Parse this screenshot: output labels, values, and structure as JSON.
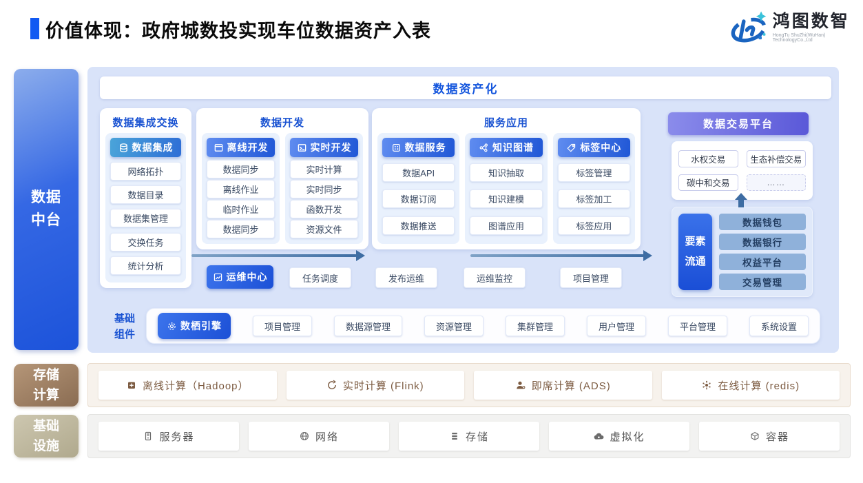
{
  "header": {
    "title": "价值体现：政府城数投实现车位数据资产入表",
    "logo": {
      "name": "鸿图数智",
      "tagline": "HongTu ShuZhi(WuHan) TechnologyCo.,Ltd"
    }
  },
  "sidebar": {
    "data_platform": "数据中台",
    "storage_compute": "存储计算",
    "infrastructure": "基础设施"
  },
  "banner": "数据资产化",
  "integration": {
    "title": "数据集成交换",
    "header": "数据集成",
    "items": [
      "网络拓扑",
      "数据目录",
      "数据集管理",
      "交换任务",
      "统计分析"
    ]
  },
  "development": {
    "title": "数据开发",
    "groups": [
      {
        "header": "离线开发",
        "items": [
          "数据同步",
          "离线作业",
          "临时作业",
          "数据同步"
        ]
      },
      {
        "header": "实时开发",
        "items": [
          "实时计算",
          "实时同步",
          "函数开发",
          "资源文件"
        ]
      }
    ]
  },
  "service": {
    "title": "服务应用",
    "groups": [
      {
        "header": "数据服务",
        "items": [
          "数据API",
          "数据订阅",
          "数据推送"
        ]
      },
      {
        "header": "知识图谱",
        "items": [
          "知识抽取",
          "知识建模",
          "图谱应用"
        ]
      },
      {
        "header": "标签中心",
        "items": [
          "标签管理",
          "标签加工",
          "标签应用"
        ]
      }
    ]
  },
  "trading": {
    "title": "数据交易平台",
    "items": [
      "水权交易",
      "生态补偿交易",
      "碳中和交易",
      "……"
    ]
  },
  "circulation": {
    "label": "要素流通",
    "items": [
      "数据钱包",
      "数据银行",
      "权益平台",
      "交易管理"
    ]
  },
  "ops": {
    "header": "运维中心",
    "items": [
      "任务调度",
      "发布运维",
      "运维监控",
      "项目管理"
    ]
  },
  "components": {
    "label": "基础组件",
    "engine": "数栖引擎",
    "items": [
      "项目管理",
      "数据源管理",
      "资源管理",
      "集群管理",
      "用户管理",
      "平台管理",
      "系统设置"
    ]
  },
  "storage_row": {
    "items": [
      "离线计算（Hadoop）",
      "实时计算 (Flink)",
      "即席计算 (ADS)",
      "在线计算 (redis)"
    ]
  },
  "infra_row": {
    "items": [
      "服务器",
      "网络",
      "存储",
      "虚拟化",
      "容器"
    ]
  },
  "colors": {
    "accent_blue": "#1d55da",
    "panel_bg": "#d9e3f9",
    "purple": "#6b67dd",
    "steel_item": "#8fb1da",
    "arrow": "#3e6da3",
    "storage_brown": "#8a6c52",
    "infra_khaki": "#b0a98d"
  }
}
